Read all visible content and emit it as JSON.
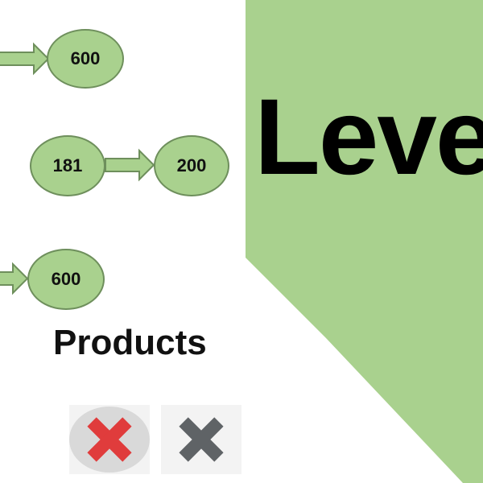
{
  "title": "Leve",
  "nodes": [
    {
      "id": "node-1",
      "value": "600"
    },
    {
      "id": "node-2",
      "value": "181"
    },
    {
      "id": "node-3",
      "value": "200"
    },
    {
      "id": "node-4",
      "value": "600"
    }
  ],
  "section_label": "Products",
  "buttons": [
    {
      "name": "red-x-button",
      "icon": "red-x-icon",
      "color": "#e03c3c"
    },
    {
      "name": "gray-x-button",
      "icon": "gray-x-icon",
      "color": "#5f6366"
    }
  ],
  "colors": {
    "node_fill": "#a9d18e",
    "node_border": "#6e8f5c",
    "panel_green": "#a9d18e"
  }
}
